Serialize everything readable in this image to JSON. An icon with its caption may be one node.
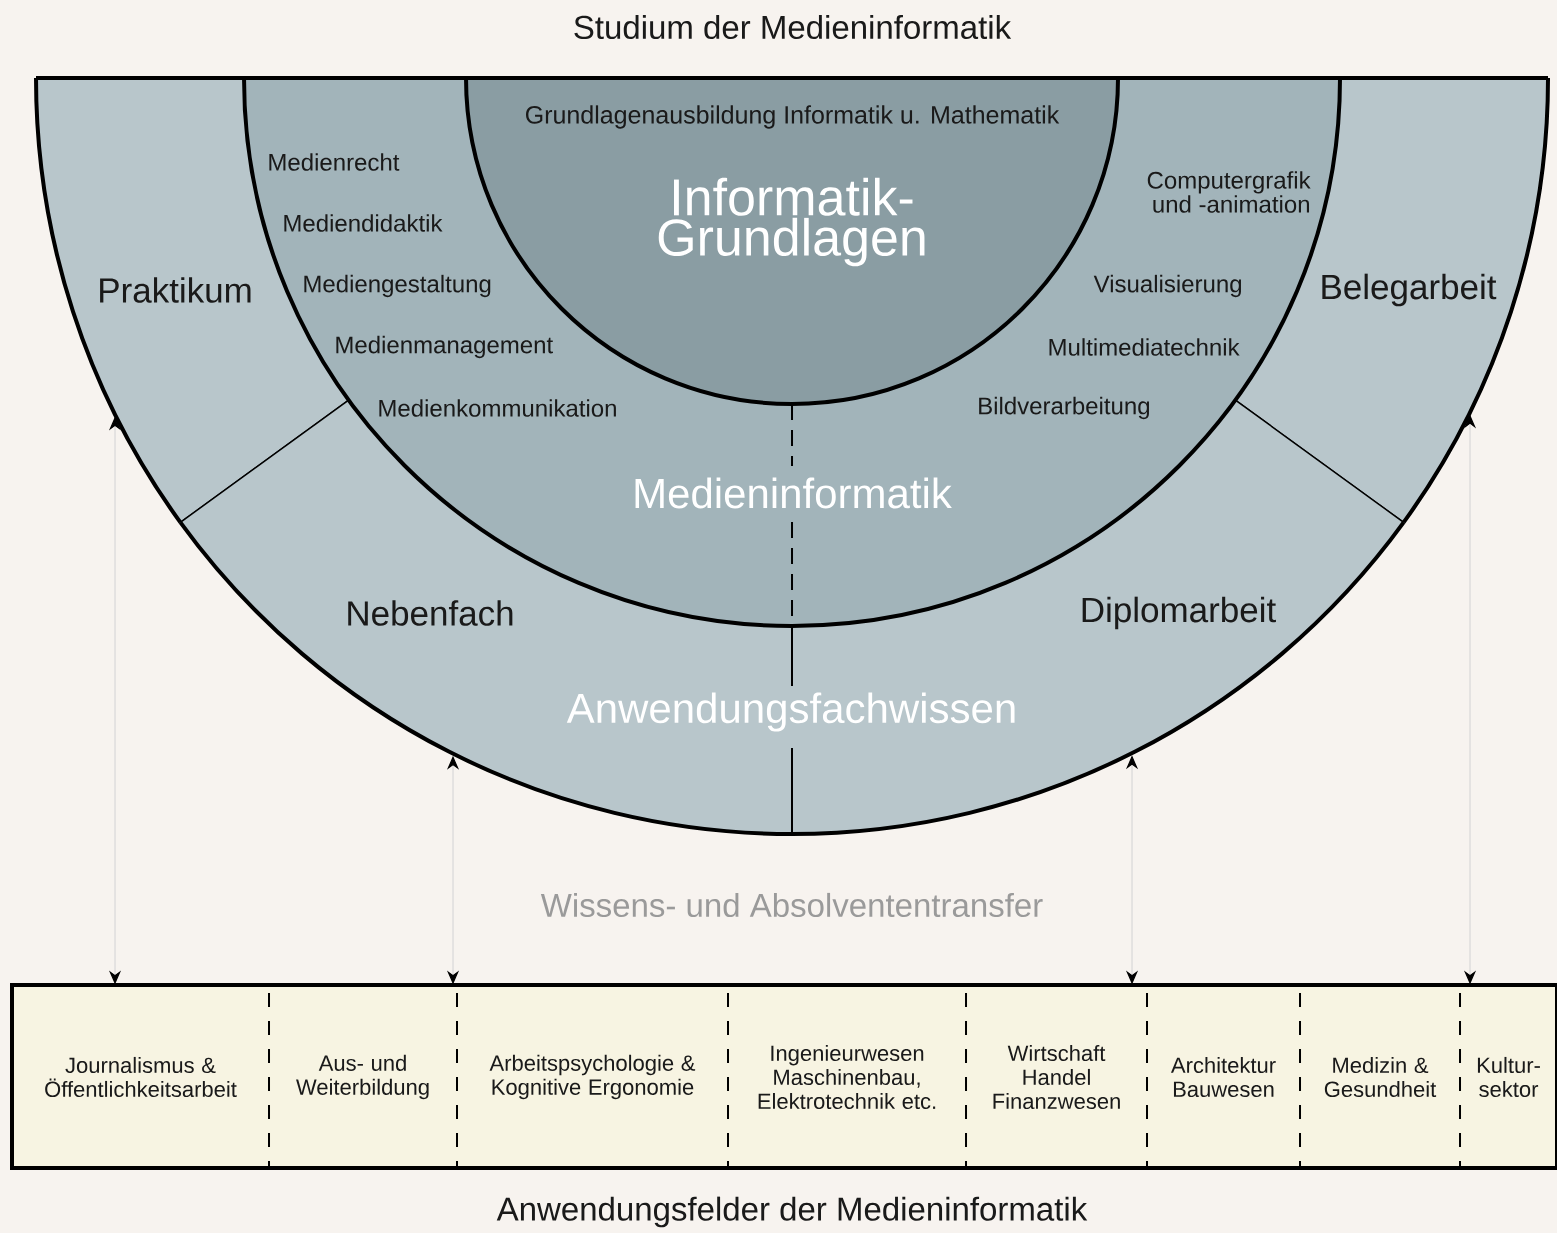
{
  "diagram": {
    "title": "Studium der Medieninformatik",
    "nodes": [
      {
        "text": [
          "Grundlagenausbildung Informatik u. Mathematik",
          "Informatik- Grundlagen"
        ]
      },
      {
        "text": [
          "Praktikum"
        ]
      },
      {
        "text": [
          "Medienrecht",
          "Mediendidaktik",
          "Mediengestaltung",
          "Medienmanagement",
          "Medienkommunikation",
          "Computergrafik und -animation",
          "Visualisierung",
          "Multimediatechnik",
          "Bildverarbeitung",
          "Medieninformatik"
        ]
      },
      {
        "text": [
          "Belegarbeit"
        ]
      },
      {
        "text": [
          "Nebenfach"
        ]
      },
      {
        "text": [
          "Diplomarbeit"
        ]
      },
      {
        "text": [
          "Anwendungsfelder der Medieninformatik"
        ]
      },
      {
        "text": [
          "Journalismus & Öffentlichkeitsarbeit"
        ],
        "in": 6
      },
      {
        "text": [
          "Aus- und Weiterbildung"
        ],
        "in": 6
      },
      {
        "text": [
          "Arbeitspsychologie & Kognitive Ergonomie"
        ],
        "in": 6
      },
      {
        "text": [
          "Ingenieurwesen Maschinenbau, Elektrotechnik etc."
        ],
        "in": 6
      },
      {
        "text": [
          "Wirtschaft Handel Finanzwesen"
        ],
        "in": 6
      },
      {
        "text": [
          "Architektur Bauwesen"
        ],
        "in": 6
      },
      {
        "text": [
          "Medizin & Gesundheit"
        ],
        "in": 6
      },
      {
        "text": [
          "Kultur- sektor"
        ],
        "in": 6
      }
    ],
    "edges": [
      {
        "from": 1,
        "to": 6,
        "arrow": "both"
      },
      {
        "from": 4,
        "to": 6,
        "arrow": "both"
      },
      {
        "from": 5,
        "to": 6,
        "arrow": "both"
      },
      {
        "from": 3,
        "to": 6,
        "arrow": "both"
      }
    ],
    "labels": [
      "Anwendungsfachwissen",
      "Wissens- und Absolvententransfer"
    ]
  }
}
